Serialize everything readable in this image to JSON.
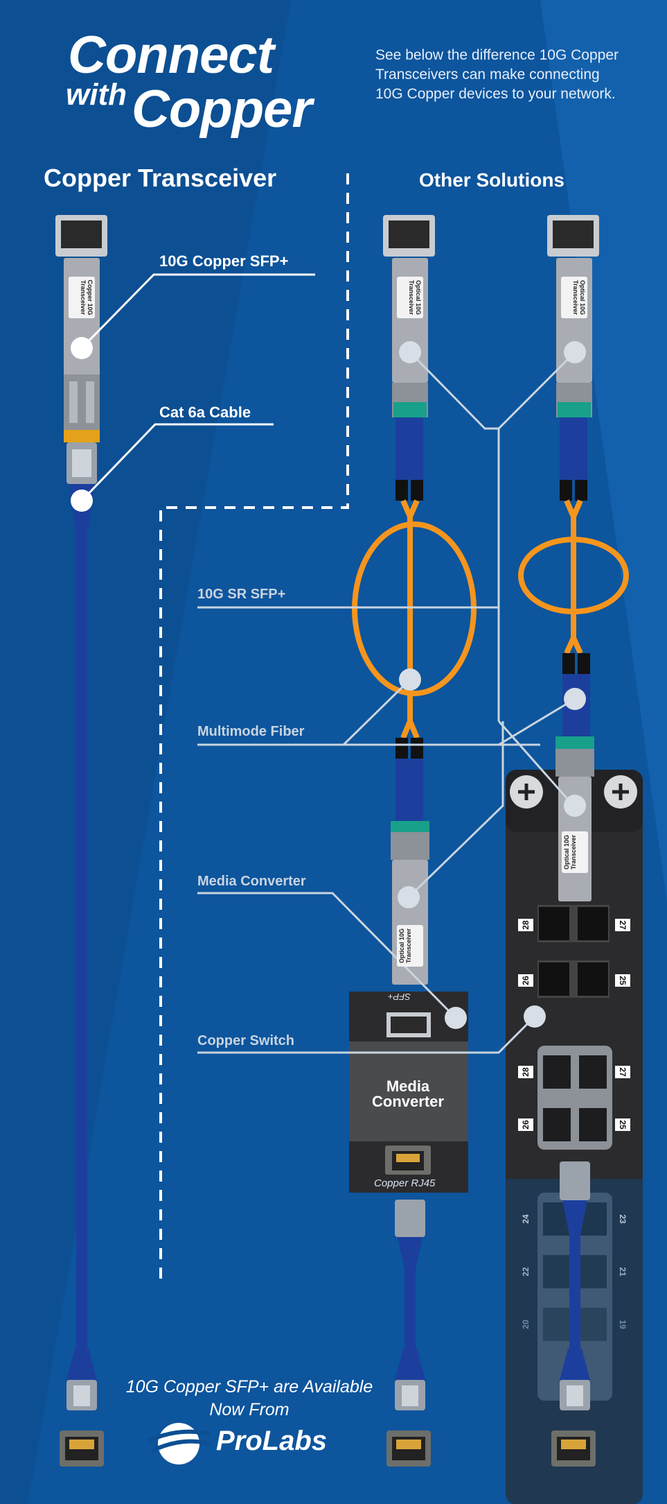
{
  "title": {
    "line1": "Connect",
    "line2_small": "with",
    "line2_big": "Copper"
  },
  "intro_text": "See below the difference 10G Copper Transceivers can make connecting 10G Copper devices to your network.",
  "columns": {
    "left": "Copper Transceiver",
    "right": "Other Solutions"
  },
  "labels": {
    "copper_sfp": "10G Copper SFP+",
    "cat6a": "Cat 6a Cable",
    "sr_sfp": "10G SR SFP+",
    "multimode": "Multimode Fiber",
    "media_converter": "Media Converter",
    "copper_switch": "Copper Switch"
  },
  "transceivers": {
    "copper": "Copper 10G Transceiver",
    "optical": "Optical 10G Transceiver"
  },
  "media_converter_box": {
    "title": "Media Converter",
    "sfp_port": "SFP+",
    "rj45_port": "Copper RJ45"
  },
  "switch_ports": {
    "sfp_left": [
      "28",
      "26"
    ],
    "sfp_right": [
      "27",
      "25"
    ],
    "rj_left": [
      "28",
      "26"
    ],
    "rj_right": [
      "27",
      "25"
    ],
    "rj_lower_left": [
      "24",
      "22",
      "20"
    ],
    "rj_lower_right": [
      "23",
      "21",
      "19"
    ]
  },
  "footer": {
    "line": "10G Copper SFP+ are Available Now From",
    "brand": "ProLabs"
  },
  "colors": {
    "background": "#0c4f93",
    "fiber": "#f6951d",
    "cable": "#1c3f9e",
    "switch_body": "#2b2b2e",
    "connector_green": "#18a08a"
  }
}
